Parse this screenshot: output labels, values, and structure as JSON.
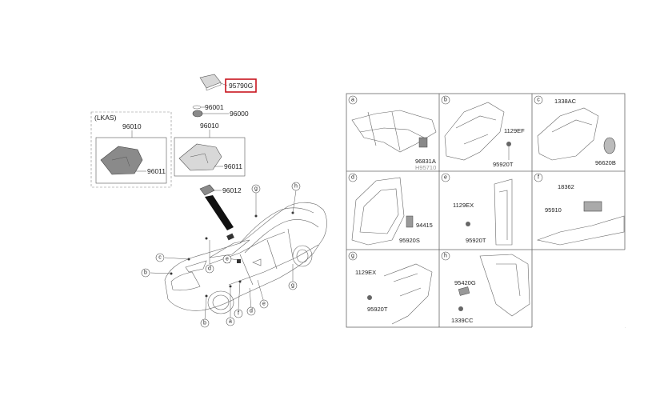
{
  "main": {
    "highlighted_part": "95790G",
    "parts": {
      "p96001": "96001",
      "p96000": "96000",
      "lkas": "(LKAS)",
      "p96010_a": "96010",
      "p96010_b": "96010",
      "p96011_a": "96011",
      "p96011_b": "96011",
      "p96012": "96012"
    },
    "callouts": {
      "g_top": "g",
      "h_top": "h",
      "c_left": "c",
      "b_left": "b",
      "d_mid": "d",
      "e_mid": "e",
      "g_right": "g",
      "f_bot": "f",
      "d_bot": "d",
      "e_bot": "e",
      "b_bot": "b",
      "a_bot": "a"
    }
  },
  "grid": {
    "cells": [
      {
        "letter": "a",
        "labels": [
          "96831A",
          "H95710"
        ]
      },
      {
        "letter": "b",
        "labels": [
          "1129EF",
          "95920T"
        ]
      },
      {
        "letter": "c",
        "labels": [
          "1338AC",
          "96620B"
        ]
      },
      {
        "letter": "d",
        "labels": [
          "94415",
          "95920S"
        ]
      },
      {
        "letter": "e",
        "labels": [
          "1129EX",
          "95920T"
        ]
      },
      {
        "letter": "f",
        "labels": [
          "18362",
          "95910"
        ]
      },
      {
        "letter": "g",
        "labels": [
          "1129EX",
          "95920T"
        ]
      },
      {
        "letter": "h",
        "labels": [
          "95420G",
          "1339CC"
        ]
      }
    ]
  }
}
